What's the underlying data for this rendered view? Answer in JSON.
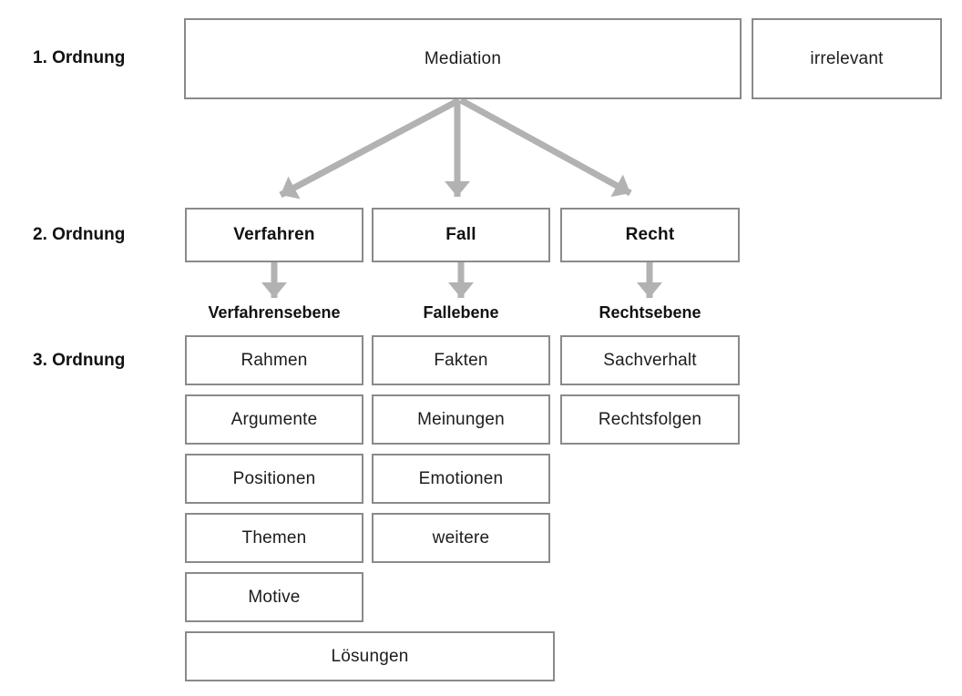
{
  "labels": {
    "level1": "1. Ordnung",
    "level2": "2. Ordnung",
    "level3": "3. Ordnung"
  },
  "level1": {
    "main": "Mediation",
    "side": "irrelevant"
  },
  "level2": {
    "items": [
      "Verfahren",
      "Fall",
      "Recht"
    ]
  },
  "level_labels": [
    "Verfahrensebene",
    "Fallebene",
    "Rechtsebene"
  ],
  "level3": {
    "verfahren": [
      "Rahmen",
      "Argumente",
      "Positionen",
      "Themen",
      "Motive"
    ],
    "fall": [
      "Fakten",
      "Meinungen",
      "Emotionen",
      "weitere"
    ],
    "recht": [
      "Sachverhalt",
      "Rechtsfolgen"
    ],
    "bottom": "Lösungen"
  },
  "icons": {
    "connectors": "arrow-down-icon"
  },
  "colors": {
    "box_border": "#8a8a8a",
    "arrow": "#b2b2b2",
    "text": "#1c1c1c"
  }
}
